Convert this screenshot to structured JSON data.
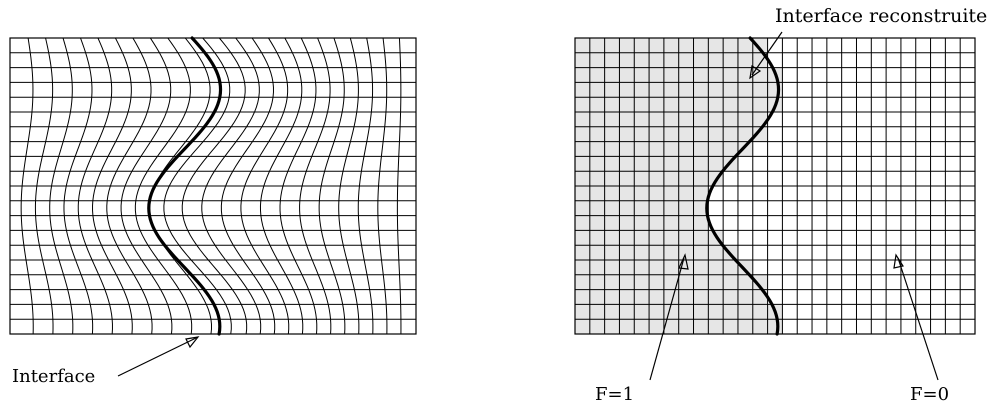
{
  "labels": {
    "interface": "Interface",
    "interface_reconstruite": "Interface reconstruite",
    "f_one": "F=1",
    "f_zero": "F=0"
  },
  "colors": {
    "grid_line": "#000000",
    "interface_line": "#000000",
    "filled_cell": "#e6e6e6",
    "background": "#ffffff"
  }
}
